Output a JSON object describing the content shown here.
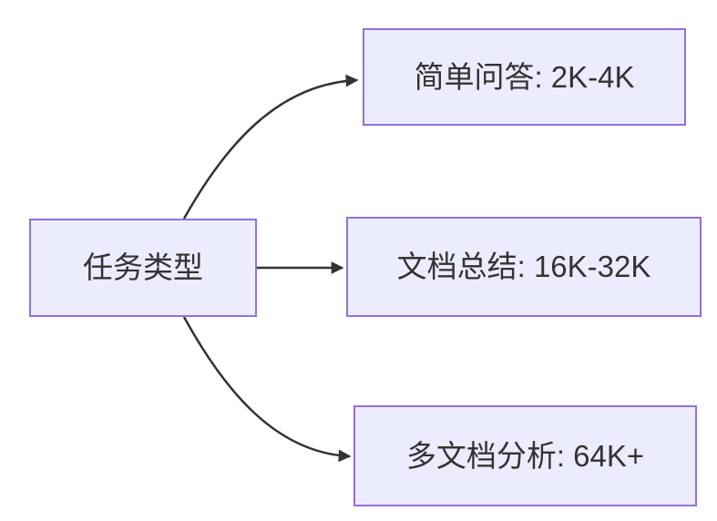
{
  "diagram": {
    "type": "flowchart",
    "direction": "left-to-right",
    "nodes": [
      {
        "id": "task-type",
        "label": "任务类型"
      },
      {
        "id": "simple-qa",
        "label": "简单问答: 2K-4K"
      },
      {
        "id": "doc-summary",
        "label": "文档总结: 16K-32K"
      },
      {
        "id": "multi-doc",
        "label": "多文档分析: 64K+"
      }
    ],
    "edges": [
      {
        "from": "任务类型",
        "to": "简单问答: 2K-4K"
      },
      {
        "from": "任务类型",
        "to": "文档总结: 16K-32K"
      },
      {
        "from": "任务类型",
        "to": "多文档分析: 64K+"
      }
    ],
    "colors": {
      "node_fill": "#ECECFF",
      "node_border": "#9370DB",
      "edge_stroke": "#333333",
      "text": "#333333",
      "background": "#FFFFFF"
    }
  }
}
